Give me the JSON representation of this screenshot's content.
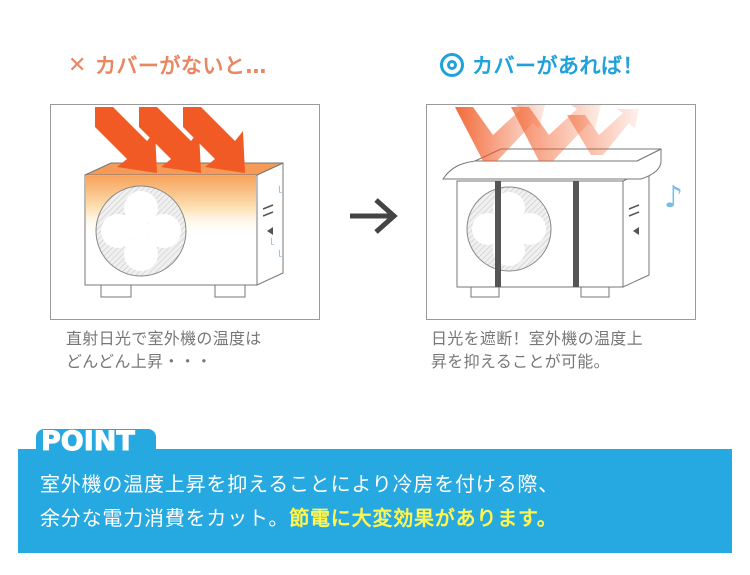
{
  "left": {
    "heading": "カバーがないと…",
    "caption": "直射日光で室外機の温度は\nどんどん上昇・・・"
  },
  "right": {
    "heading": "カバーがあれば！",
    "caption": "日光を遮断！室外機の温度上\n昇を抑えることが可能。"
  },
  "point": {
    "label": "POINT",
    "line1": "室外機の温度上昇を抑えることにより冷房を付ける際、",
    "line2_plain": "余分な電力消費をカット。",
    "line2_highlight": "節電に大変効果があります。"
  },
  "icons": {
    "bad_mark": "✕",
    "good_mark": "double-circle-icon",
    "music_note": "♪"
  },
  "colors": {
    "bad": "#ea8763",
    "good": "#1fa2db",
    "point_bg": "#26a8e0",
    "highlight": "#fff54f",
    "sun_arrow": "#f15a24"
  }
}
